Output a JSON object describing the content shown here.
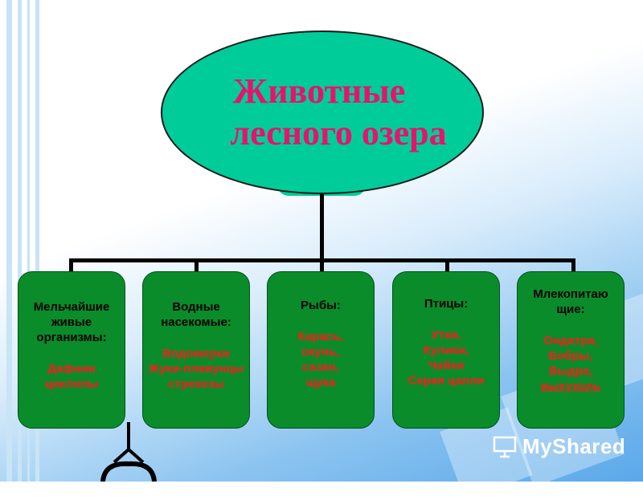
{
  "title": {
    "line1": "Животные",
    "line2": "лесного озера"
  },
  "boxes": [
    {
      "heading": [
        "Мельчайшие",
        "живые",
        "организмы:"
      ],
      "items": [
        "Дафнии",
        "циклопы"
      ]
    },
    {
      "heading": [
        "Водные",
        "насекомые:"
      ],
      "items": [
        "Водомерки",
        "Жуки-плавунцы",
        "стрекозы"
      ]
    },
    {
      "heading": [
        "Рыбы:"
      ],
      "items": [
        "Карась,",
        "окунь,",
        "сазан,",
        "щука"
      ]
    },
    {
      "heading": [
        "Птицы:"
      ],
      "items": [
        "Утки,",
        "Кулики,",
        "Чайки",
        "Серая цапля"
      ]
    },
    {
      "heading": [
        "Млекопитаю",
        "щие:"
      ],
      "items": [
        "Ондатра,",
        "Бобры,",
        "Выдра,",
        "выхухоль"
      ]
    }
  ],
  "watermark": {
    "text": "MyShared",
    "icon": "presentation-icon"
  },
  "colors": {
    "oval": "#00cc99",
    "title": "#e8126e",
    "box": "#0a8c2a",
    "items": "#ff1a1a"
  }
}
